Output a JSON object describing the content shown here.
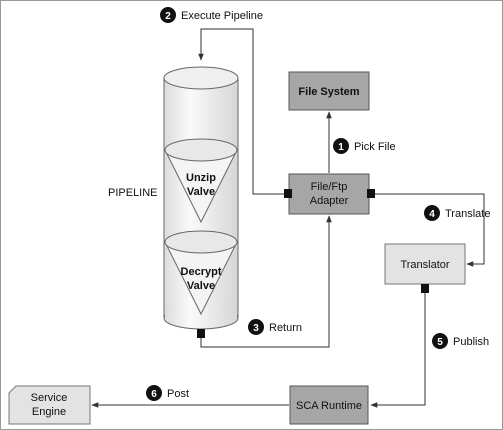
{
  "pipeline": {
    "label": "PIPELINE",
    "valves": [
      {
        "line1": "Unzip",
        "line2": "Valve"
      },
      {
        "line1": "Decrypt",
        "line2": "Valve"
      }
    ]
  },
  "boxes": {
    "file_system": "File System",
    "adapter_line1": "File/Ftp",
    "adapter_line2": "Adapter",
    "translator": "Translator",
    "sca_runtime": "SCA Runtime",
    "service_engine_line1": "Service",
    "service_engine_line2": "Engine"
  },
  "steps": [
    {
      "number": "1",
      "label": "Pick File"
    },
    {
      "number": "2",
      "label": "Execute Pipeline"
    },
    {
      "number": "3",
      "label": "Return"
    },
    {
      "number": "4",
      "label": "Translate"
    },
    {
      "number": "5",
      "label": "Publish"
    },
    {
      "number": "6",
      "label": "Post"
    }
  ],
  "colors": {
    "border": "#666666",
    "dark_box": "#a6a6a6",
    "light_box": "#e3e3e3",
    "cylinder": "#f2f2f2",
    "line": "#333333",
    "badge": "#111111"
  }
}
